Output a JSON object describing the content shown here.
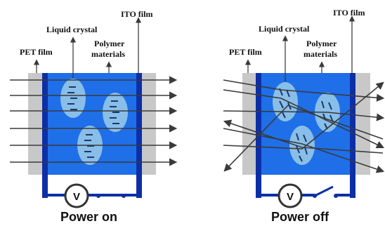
{
  "panels": [
    {
      "id": "on",
      "caption": "Power on",
      "labels": {
        "ito": "ITO film",
        "liquid_crystal": "Liquid crystal",
        "pet": "PET film",
        "polymer_line1": "Polymer",
        "polymer_line2": "materials"
      },
      "meter_symbol": "V",
      "switch_state": "closed"
    },
    {
      "id": "off",
      "caption": "Power off",
      "labels": {
        "ito": "ITO film",
        "liquid_crystal": "Liquid crystal",
        "pet": "PET film",
        "polymer_line1": "Polymer",
        "polymer_line2": "materials"
      },
      "meter_symbol": "V",
      "switch_state": "open"
    }
  ],
  "colors": {
    "cell_fill": "#1f6fe8",
    "electrode": "#0d2fa6",
    "pet_film": "#c8c8c8",
    "droplet": "#8fc2e8",
    "arrow": "#3a3a3a"
  }
}
